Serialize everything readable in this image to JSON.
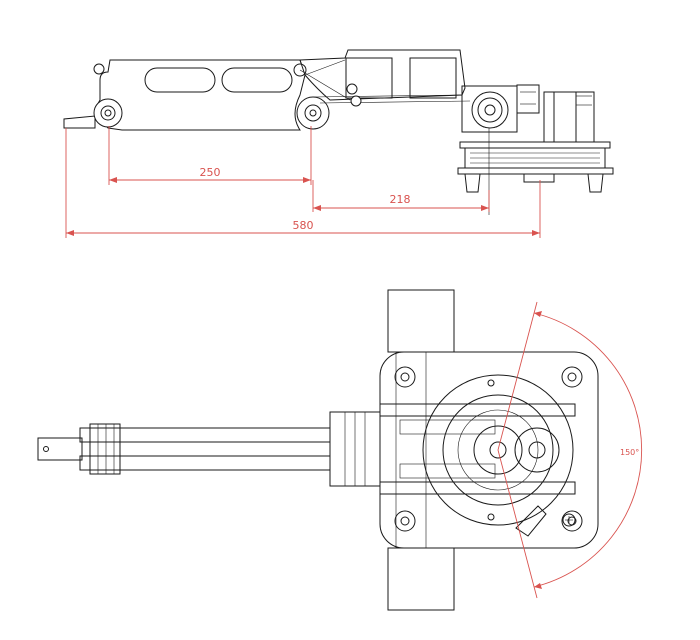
{
  "dimensions": {
    "d250": "250",
    "d218": "218",
    "d580": "580",
    "angle": "150°"
  },
  "colors": {
    "line": "#1a1a1a",
    "dimension": "#d9534f",
    "background": "#ffffff"
  }
}
